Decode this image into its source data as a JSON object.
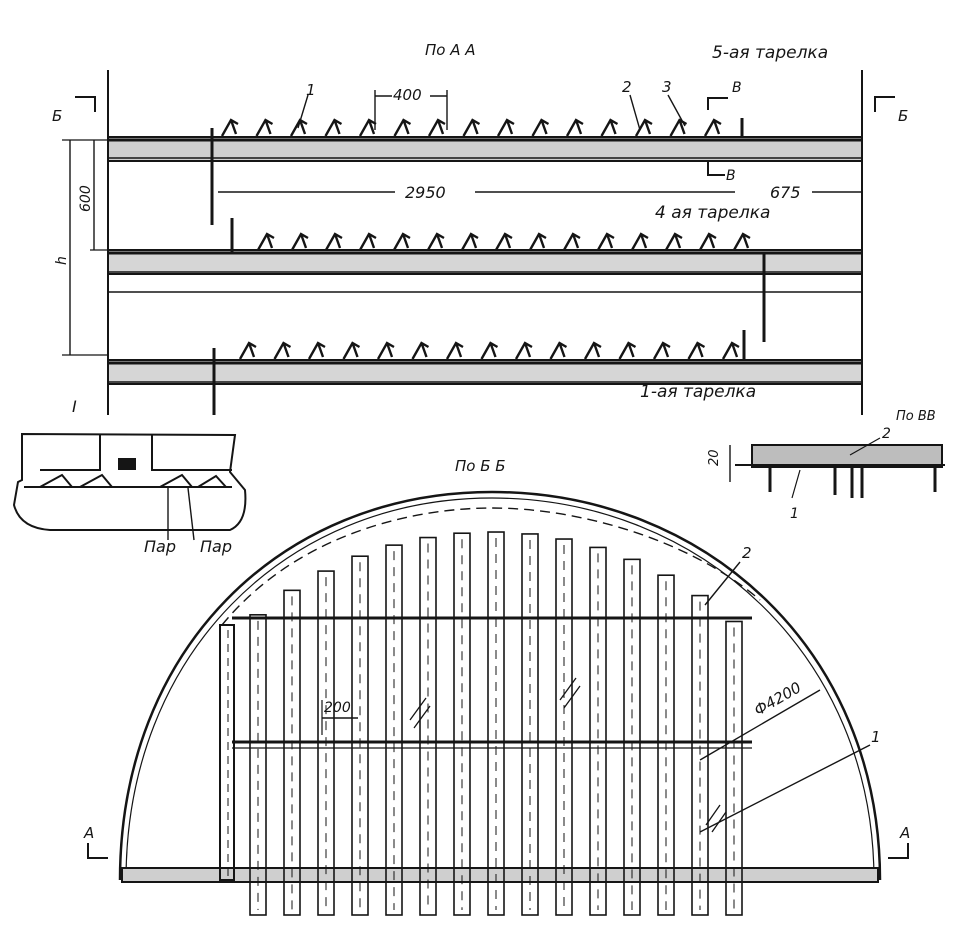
{
  "titles": {
    "section_aa": "По А А",
    "section_bb": "По Б Б",
    "section_vv": "По ВВ"
  },
  "trays": {
    "tray5": "5-ая тарелка",
    "tray4": "4 ая тарелка",
    "tray1": "1-ая тарелка"
  },
  "dimensions": {
    "d400": "400",
    "d2950": "2950",
    "d675": "675",
    "d600": "600",
    "dh": "h",
    "d20": "20",
    "d200": "200",
    "diameter": "Ф4200"
  },
  "markers": {
    "b_left": "Б",
    "b_right": "Б",
    "v_top": "В",
    "v_bottom": "В",
    "a_left": "А",
    "a_right": "А",
    "i_mark": "I"
  },
  "callouts": {
    "c1_top": "1",
    "c2_top": "2",
    "c3_top": "3",
    "c2_vv": "2",
    "c1_vv": "1",
    "c2_plan": "2",
    "c1_plan": "1"
  },
  "steam": {
    "label1": "Пар",
    "label2": "Пар"
  }
}
